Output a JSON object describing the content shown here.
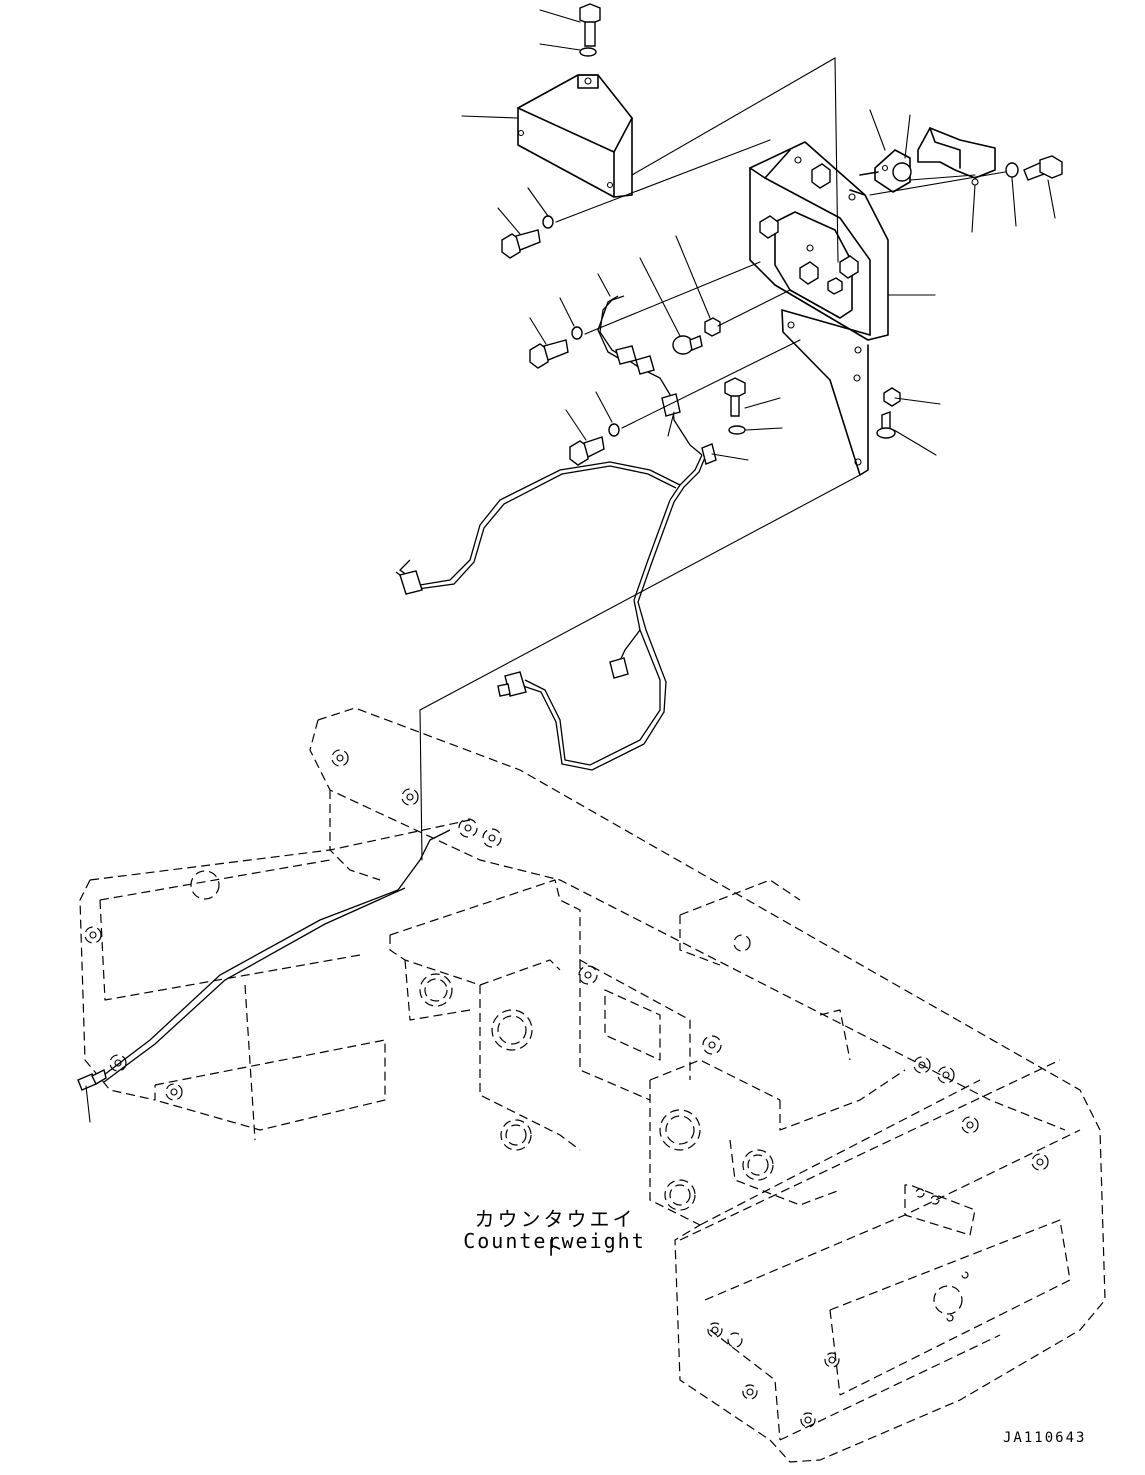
{
  "labels": {
    "part_name_jp": "カウンタウエイト",
    "part_name_en": "Counterweight",
    "drawing_id": "JA110643"
  }
}
